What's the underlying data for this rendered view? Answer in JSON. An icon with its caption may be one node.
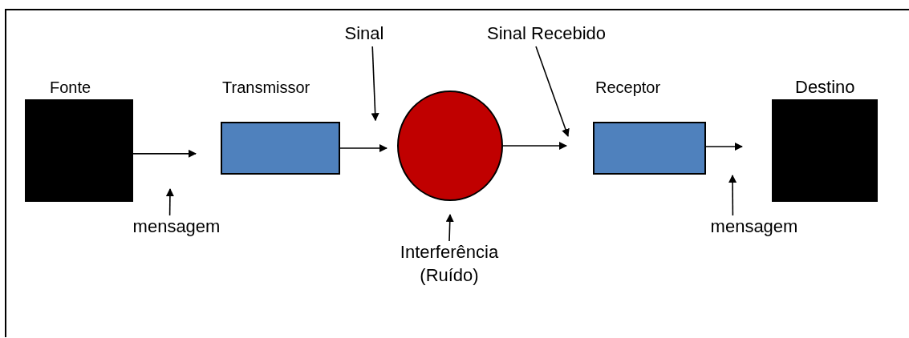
{
  "diagram": {
    "nodes": [
      {
        "text": [
          "Fonte"
        ]
      },
      {
        "text": [
          "Transmissor"
        ]
      },
      {
        "text": [],
        "shape": "circle"
      },
      {
        "text": [
          "Receptor"
        ]
      },
      {
        "text": [
          "Destino"
        ]
      },
      {
        "text": [
          "mensagem"
        ]
      },
      {
        "text": [
          "Sinal"
        ]
      },
      {
        "text": [
          "Sinal Recebido"
        ]
      },
      {
        "text": [
          "Interferência (Ruído)"
        ]
      },
      {
        "text": [
          "mensagem"
        ]
      }
    ],
    "edges": [
      {
        "from": 0,
        "to": 1,
        "arrow": "to"
      },
      {
        "from": 1,
        "to": 2,
        "arrow": "to"
      },
      {
        "from": 2,
        "to": 3,
        "arrow": "to"
      },
      {
        "from": 3,
        "to": 4,
        "arrow": "to"
      },
      {
        "from": 5,
        "to": null,
        "arrow": "to"
      },
      {
        "from": 6,
        "to": 2,
        "arrow": "to"
      },
      {
        "from": 7,
        "to": null,
        "arrow": "to"
      },
      {
        "from": 8,
        "to": 2,
        "arrow": "to"
      },
      {
        "from": 9,
        "to": null,
        "arrow": "to"
      }
    ]
  }
}
